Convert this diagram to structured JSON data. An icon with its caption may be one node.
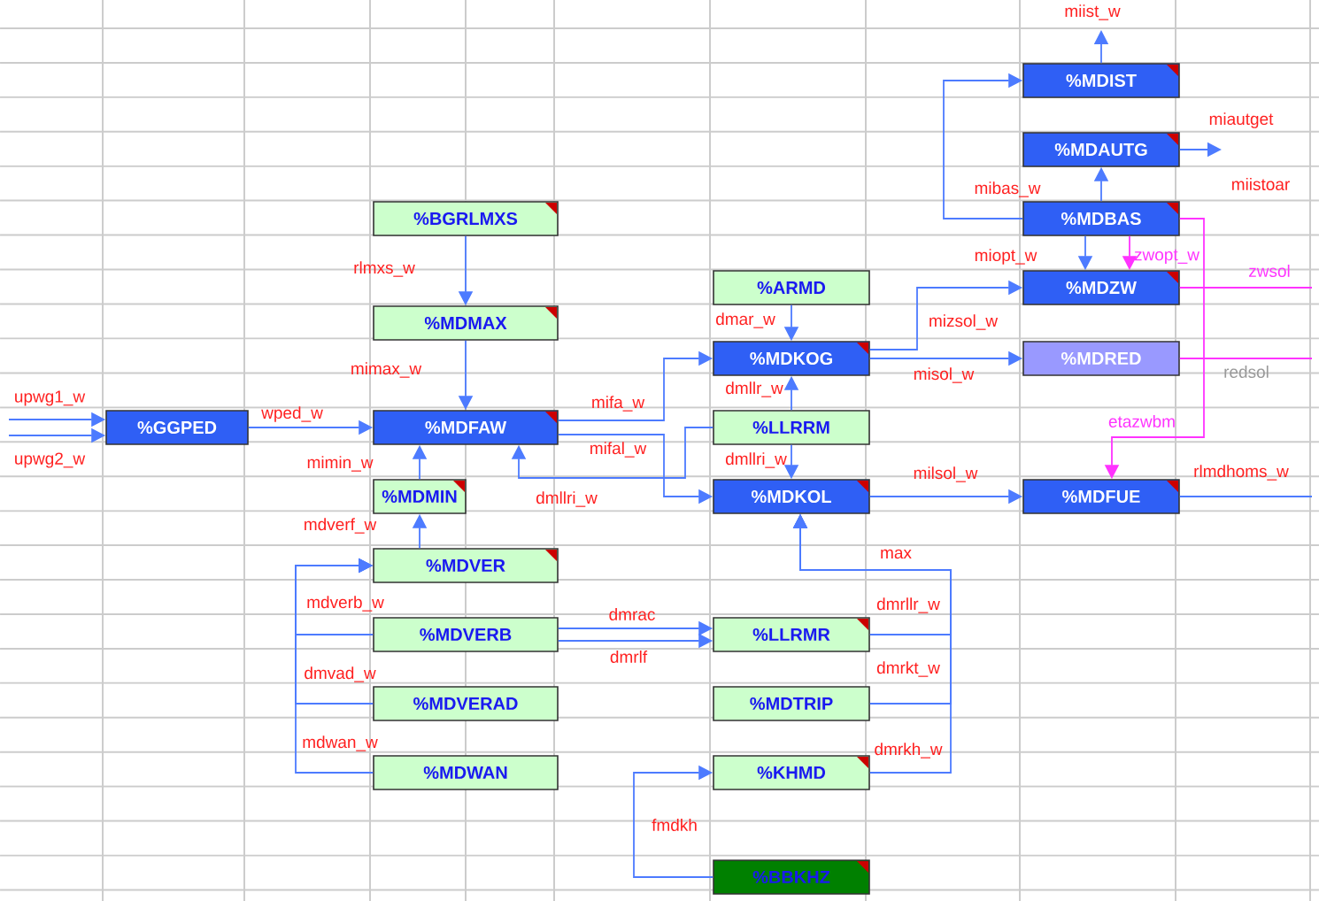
{
  "diagram": {
    "nodes": [
      {
        "text": [
          "%BGRLMXS"
        ]
      },
      {
        "text": [
          "%MDMAX"
        ]
      },
      {
        "text": [
          "%GGPED"
        ]
      },
      {
        "text": [
          "%MDFAW"
        ]
      },
      {
        "text": [
          "%MDMIN"
        ]
      },
      {
        "text": [
          "%MDVER"
        ]
      },
      {
        "text": [
          "%MDVERB"
        ]
      },
      {
        "text": [
          "%MDVERAD"
        ]
      },
      {
        "text": [
          "%MDWAN"
        ]
      },
      {
        "text": [
          "%ARMD"
        ]
      },
      {
        "text": [
          "%MDKOG"
        ]
      },
      {
        "text": [
          "%LLRRM"
        ]
      },
      {
        "text": [
          "%MDKOL"
        ]
      },
      {
        "text": [
          "%LLRMR"
        ]
      },
      {
        "text": [
          "%MDTRIP"
        ]
      },
      {
        "text": [
          "%KHMD"
        ]
      },
      {
        "text": [
          "%BBKHZ"
        ]
      },
      {
        "text": [
          "%MDIST"
        ]
      },
      {
        "text": [
          "%MDAUTG"
        ]
      },
      {
        "text": [
          "%MDBAS"
        ]
      },
      {
        "text": [
          "%MDZW"
        ]
      },
      {
        "text": [
          "%MDRED"
        ]
      },
      {
        "text": [
          "%MDFUE"
        ]
      }
    ],
    "edges": [
      {
        "from": null,
        "to": 2,
        "arrow": "to",
        "label": "upwg1_w"
      },
      {
        "from": null,
        "to": 2,
        "arrow": "to",
        "label": "upwg2_w"
      },
      {
        "from": 2,
        "to": 3,
        "arrow": "to",
        "label": "wped_w"
      },
      {
        "from": 0,
        "to": 1,
        "arrow": "to",
        "label": "rlmxs_w"
      },
      {
        "from": 1,
        "to": 3,
        "arrow": "to",
        "label": "mimax_w"
      },
      {
        "from": 4,
        "to": 3,
        "arrow": "to",
        "label": "mimin_w"
      },
      {
        "from": 5,
        "to": 4,
        "arrow": "to",
        "label": "mdverf_w"
      },
      {
        "from": 6,
        "to": 5,
        "arrow": "to",
        "label": "mdverb_w"
      },
      {
        "from": 7,
        "to": 5,
        "arrow": "to",
        "label": "dmvad_w"
      },
      {
        "from": 8,
        "to": 5,
        "arrow": "to",
        "label": "mdwan_w"
      },
      {
        "from": 3,
        "to": 10,
        "arrow": "to",
        "label": "mifa_w"
      },
      {
        "from": 3,
        "to": 12,
        "arrow": "to",
        "label": "mifal_w"
      },
      {
        "from": 11,
        "to": 3,
        "arrow": "to",
        "label": "dmllri_w"
      },
      {
        "from": 9,
        "to": 10,
        "arrow": "to",
        "label": "dmar_w"
      },
      {
        "from": 11,
        "to": 10,
        "arrow": "to",
        "label": "dmllr_w"
      },
      {
        "from": 11,
        "to": 12,
        "arrow": "to",
        "label": "dmllri_w"
      },
      {
        "from": 10,
        "to": 20,
        "arrow": "to",
        "label": "mizsol_w"
      },
      {
        "from": 10,
        "to": 21,
        "arrow": "to",
        "label": "misol_w"
      },
      {
        "from": 12,
        "to": 22,
        "arrow": "to",
        "label": "milsol_w"
      },
      {
        "from": 6,
        "to": 13,
        "arrow": "to",
        "label": "dmrac"
      },
      {
        "from": 6,
        "to": 13,
        "arrow": "to",
        "label": "dmrlf"
      },
      {
        "from": 13,
        "to": 12,
        "arrow": "to",
        "label": "dmrllr_w"
      },
      {
        "from": 14,
        "to": 12,
        "arrow": "to",
        "label": "dmrkt_w"
      },
      {
        "from": 15,
        "to": 12,
        "arrow": "to",
        "label": "dmrkh_w"
      },
      {
        "from": 16,
        "to": 15,
        "arrow": "to",
        "label": "fmdkh"
      },
      {
        "from": 19,
        "to": 17,
        "arrow": "to",
        "label": "mibas_w"
      },
      {
        "from": 19,
        "to": 18,
        "arrow": "to"
      },
      {
        "from": 17,
        "to": null,
        "arrow": "to",
        "label": "miist_w"
      },
      {
        "from": 18,
        "to": null,
        "arrow": "to",
        "label": "miautget"
      },
      {
        "from": 19,
        "to": 20,
        "arrow": "to",
        "label": "miopt_w"
      },
      {
        "from": 19,
        "to": 20,
        "arrow": "to",
        "label": "zwopt_w",
        "color": "#ff33ff"
      },
      {
        "from": 20,
        "to": null,
        "arrow": "none",
        "label": "zwsol",
        "color": "#ff33ff"
      },
      {
        "from": 21,
        "to": null,
        "arrow": "none",
        "label": "redsol",
        "color": "#ff33ff"
      },
      {
        "from": 19,
        "to": 22,
        "arrow": "to",
        "label": "etazwbm",
        "color": "#ff33ff"
      },
      {
        "from": 22,
        "to": null,
        "arrow": "none",
        "label": "rlmdhoms_w"
      }
    ],
    "labels": [
      "miistoar",
      "max"
    ]
  }
}
